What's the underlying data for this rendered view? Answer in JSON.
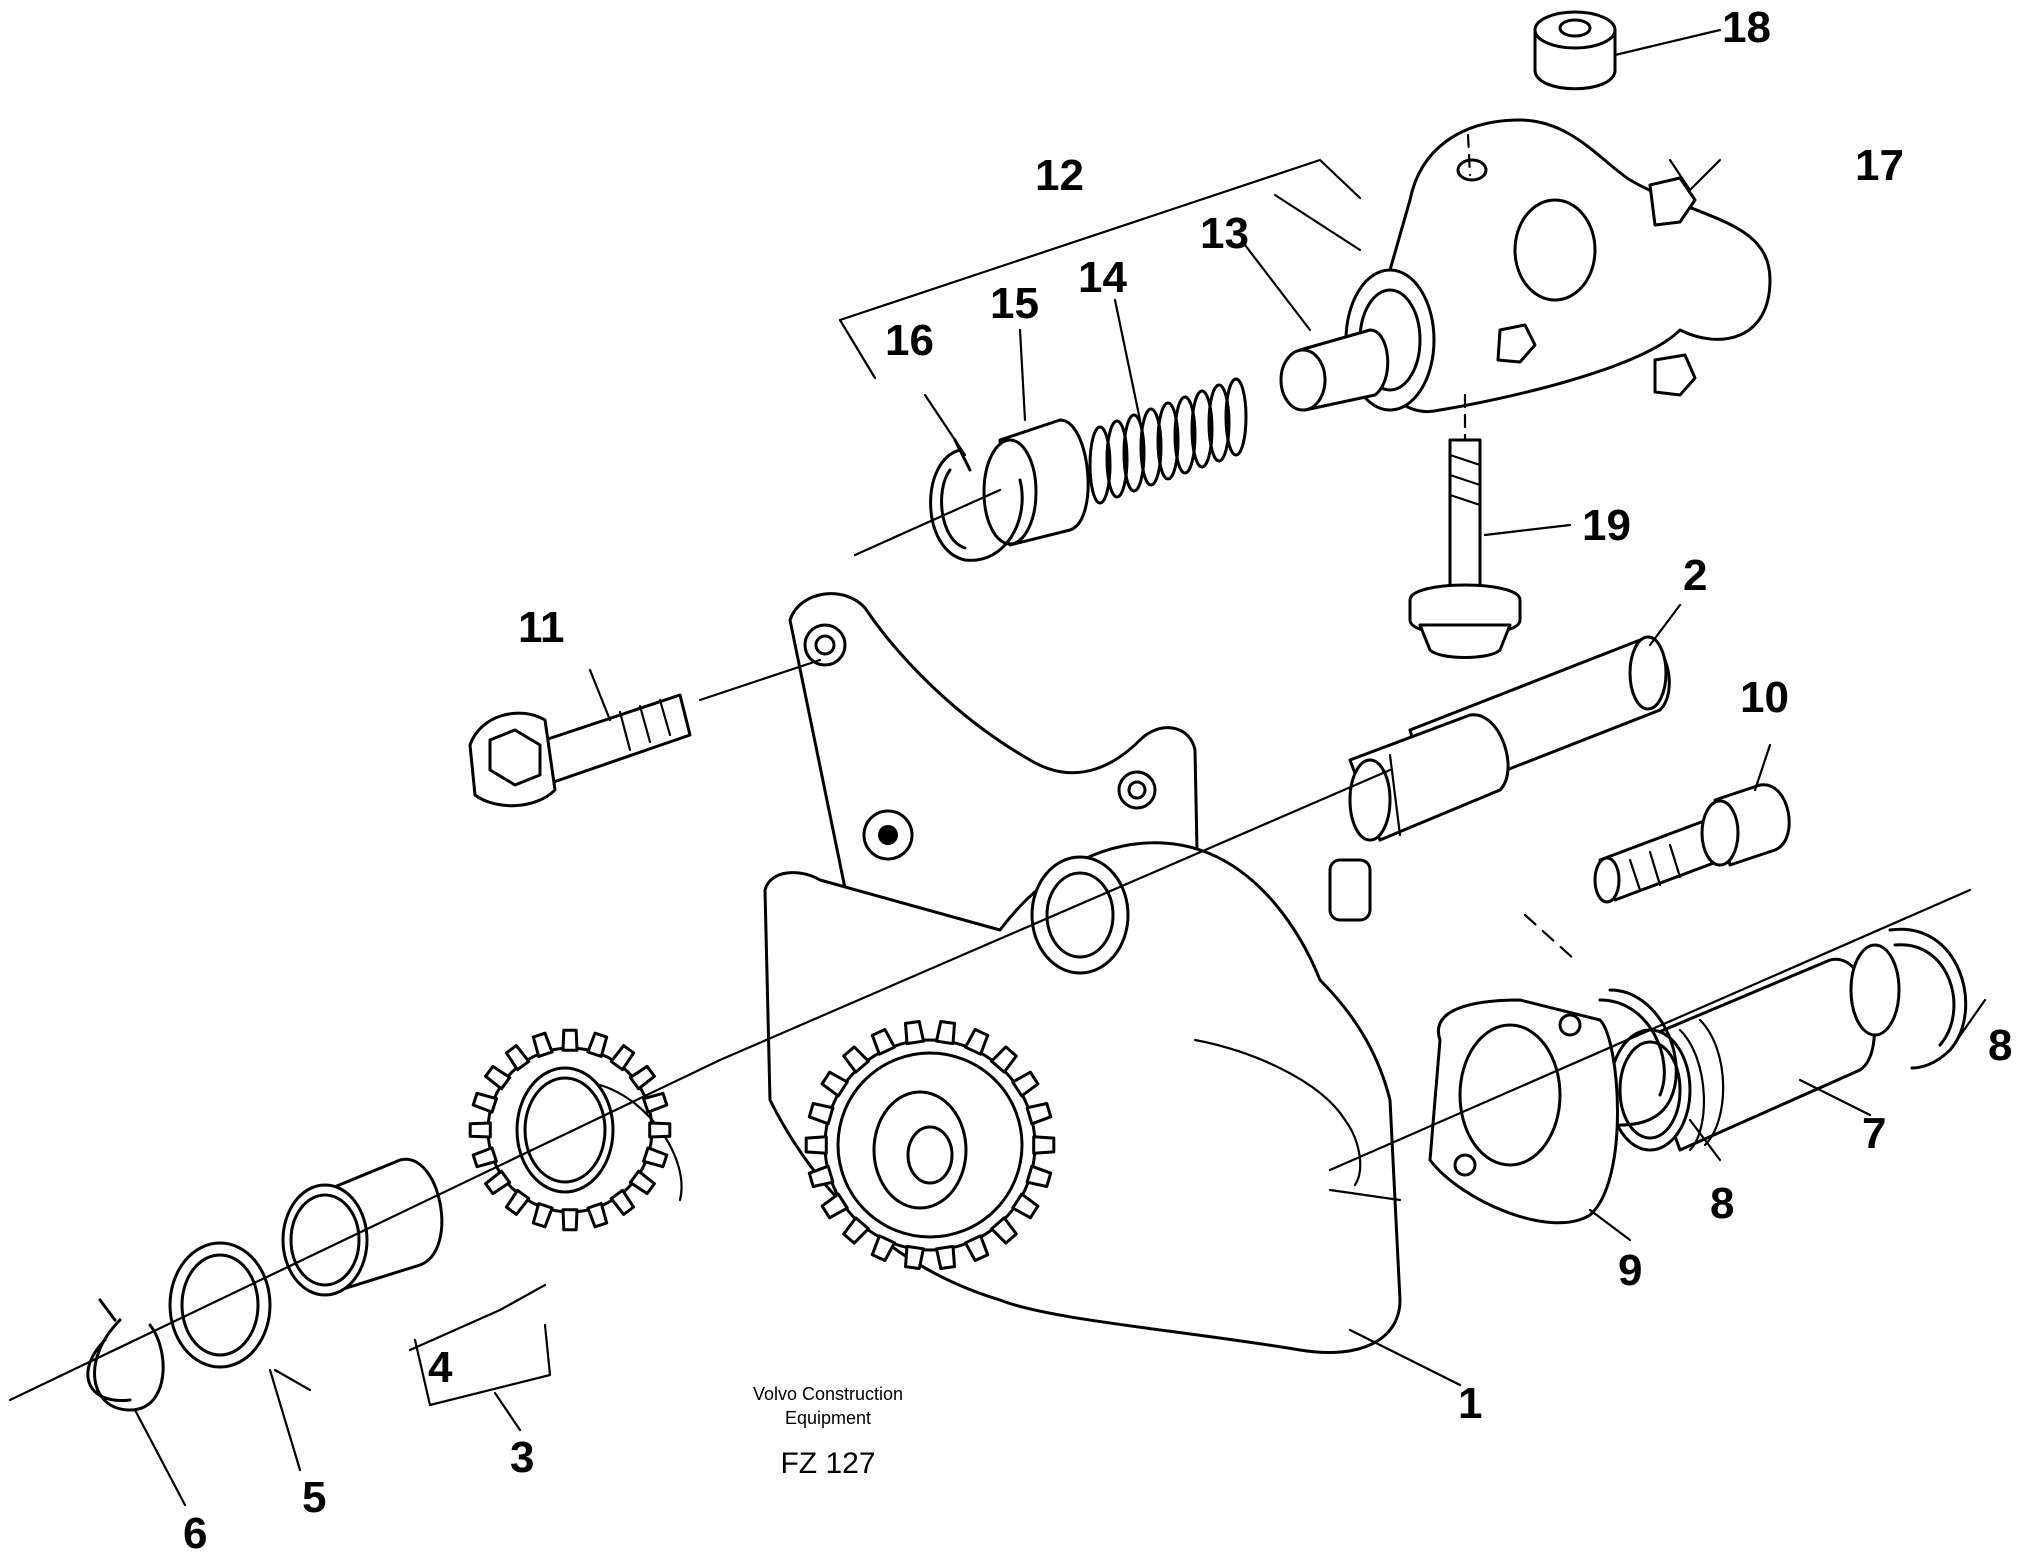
{
  "labels": {
    "p1": "1",
    "p2": "2",
    "p3": "3",
    "p4": "4",
    "p5": "5",
    "p6": "6",
    "p7": "7",
    "p8a": "8",
    "p8b": "8",
    "p9": "9",
    "p10": "10",
    "p11": "11",
    "p12": "12",
    "p13": "13",
    "p14": "14",
    "p15": "15",
    "p16": "16",
    "p17": "17",
    "p18": "18",
    "p19": "19"
  },
  "credit": {
    "line1": "Volvo Construction",
    "line2": "Equipment",
    "code": "FZ 127"
  }
}
